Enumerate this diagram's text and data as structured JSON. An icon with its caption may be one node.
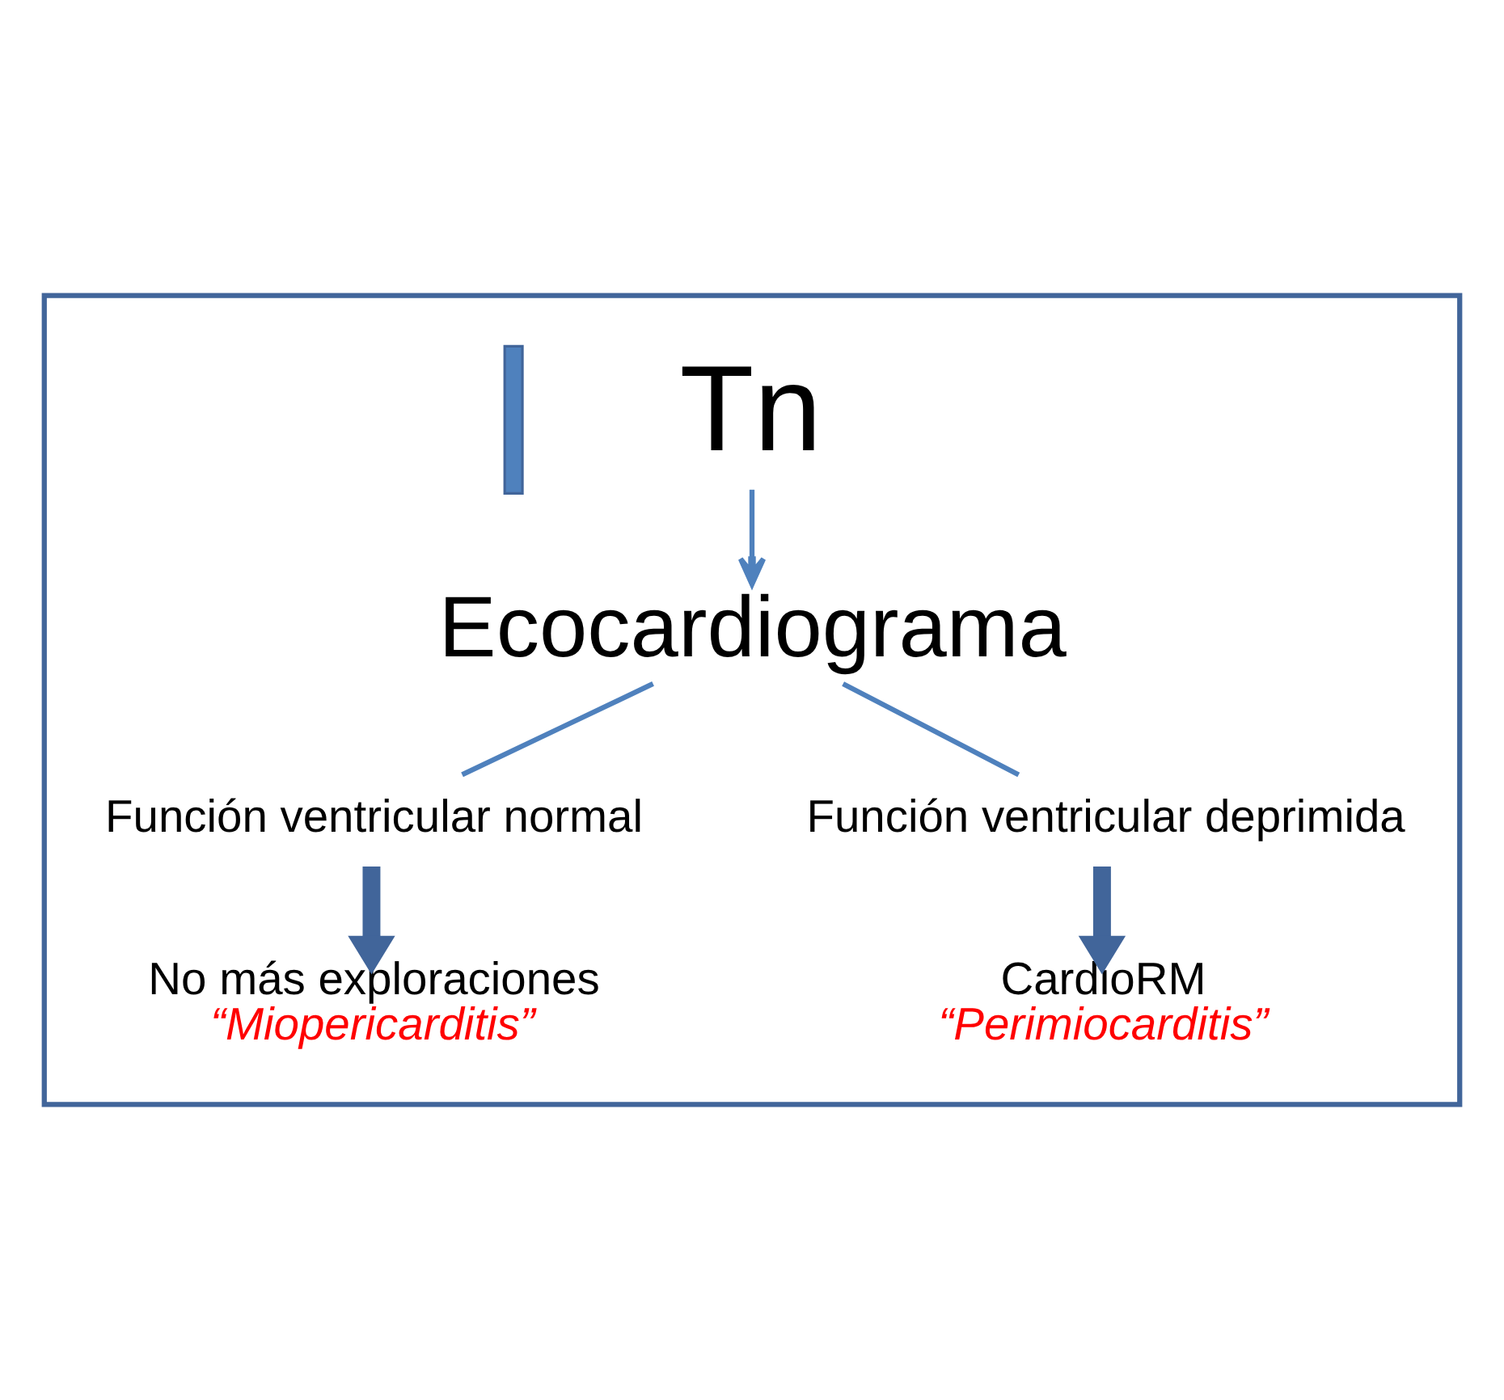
{
  "diagram": {
    "nodes": [
      {
        "text": [],
        "shape": "box"
      },
      {
        "text": [],
        "shape": "arrow",
        "in": 0
      },
      {
        "text": [
          "Tn"
        ],
        "in": 0
      },
      {
        "text": [
          "Ecocardiograma"
        ],
        "in": 0
      },
      {
        "text": [
          "Función ventricular normal"
        ],
        "in": 0
      },
      {
        "text": [
          "Función ventricular deprimida"
        ],
        "in": 0
      },
      {
        "text": [
          "No más exploraciones",
          "“Miopericarditis”"
        ],
        "in": 0
      },
      {
        "text": [
          "CardioRM",
          "“Perimiocarditis”"
        ],
        "in": 0
      }
    ],
    "edges": [
      {
        "from": 2,
        "to": 3,
        "arrow": "to"
      },
      {
        "from": 3,
        "to": 4,
        "arrow": "none"
      },
      {
        "from": 3,
        "to": 5,
        "arrow": "none"
      },
      {
        "from": 4,
        "to": 6,
        "arrow": "to",
        "style": "thick",
        "color": "#41659a"
      },
      {
        "from": 5,
        "to": 7,
        "arrow": "to",
        "style": "thick",
        "color": "#41659a"
      }
    ]
  }
}
